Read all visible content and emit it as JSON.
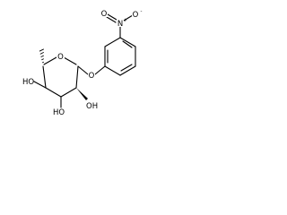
{
  "structure": {
    "ring_oxygen": "O",
    "glycosidic_oxygen": "O",
    "nitro_nitrogen": "N",
    "nitro_charge_plus": "+",
    "nitro_oxygen_double": "O",
    "nitro_oxygen_single": "O",
    "nitro_charge_minus": "-",
    "hydroxyl_c4": "HO",
    "hydroxyl_c3": "HO",
    "hydroxyl_c2": "OH"
  }
}
